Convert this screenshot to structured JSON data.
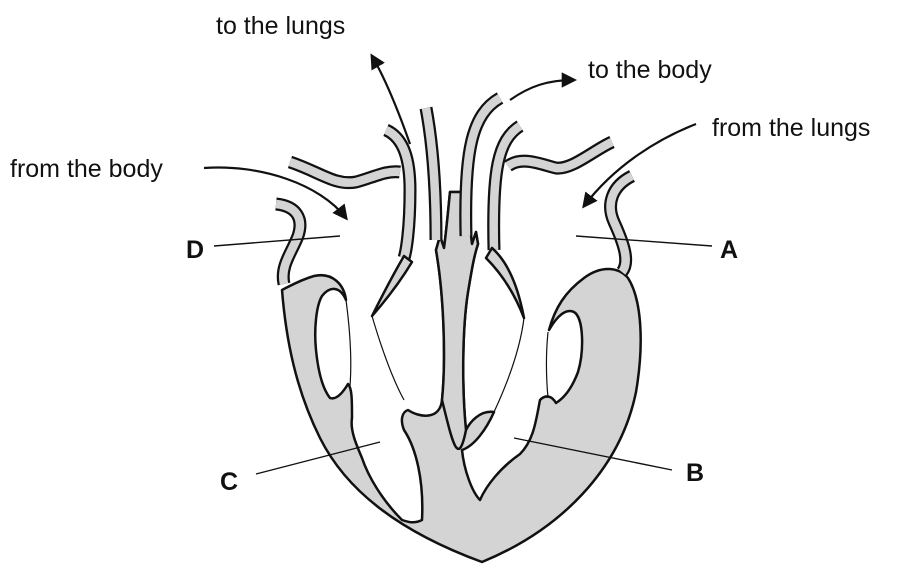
{
  "labels": {
    "to_lungs": "to the lungs",
    "to_body": "to the body",
    "from_lungs": "from the lungs",
    "from_body": "from the body",
    "chamber_a": "A",
    "chamber_b": "B",
    "chamber_c": "C",
    "chamber_d": "D"
  },
  "colors": {
    "muscle": "#d4d4d4",
    "outline": "#111111",
    "background": "#ffffff"
  }
}
